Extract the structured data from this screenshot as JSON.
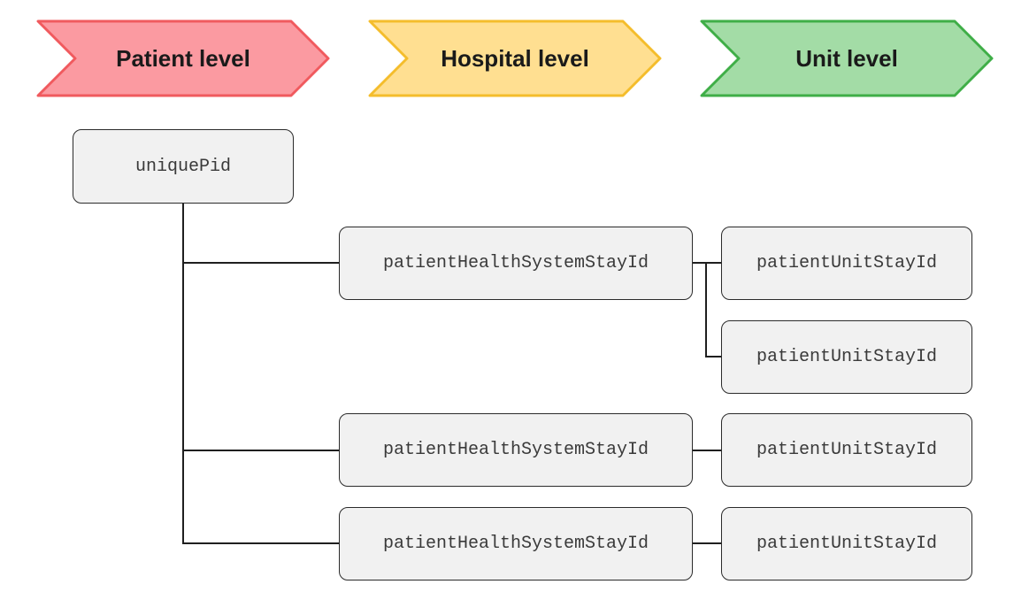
{
  "levels": [
    {
      "label": "Patient level",
      "fill": "#fb9aa1",
      "stroke": "#f05a5e"
    },
    {
      "label": "Hospital level",
      "fill": "#ffdf91",
      "stroke": "#f4bd2c"
    },
    {
      "label": "Unit level",
      "fill": "#a3dca6",
      "stroke": "#3fae47"
    }
  ],
  "patient": {
    "label": "uniquePid"
  },
  "hospital_stays": [
    {
      "label": "patientHealthSystemStayId"
    },
    {
      "label": "patientHealthSystemStayId"
    },
    {
      "label": "patientHealthSystemStayId"
    }
  ],
  "unit_stays": [
    {
      "label": "patientUnitStayId"
    },
    {
      "label": "patientUnitStayId"
    },
    {
      "label": "patientUnitStayId"
    },
    {
      "label": "patientUnitStayId"
    }
  ]
}
